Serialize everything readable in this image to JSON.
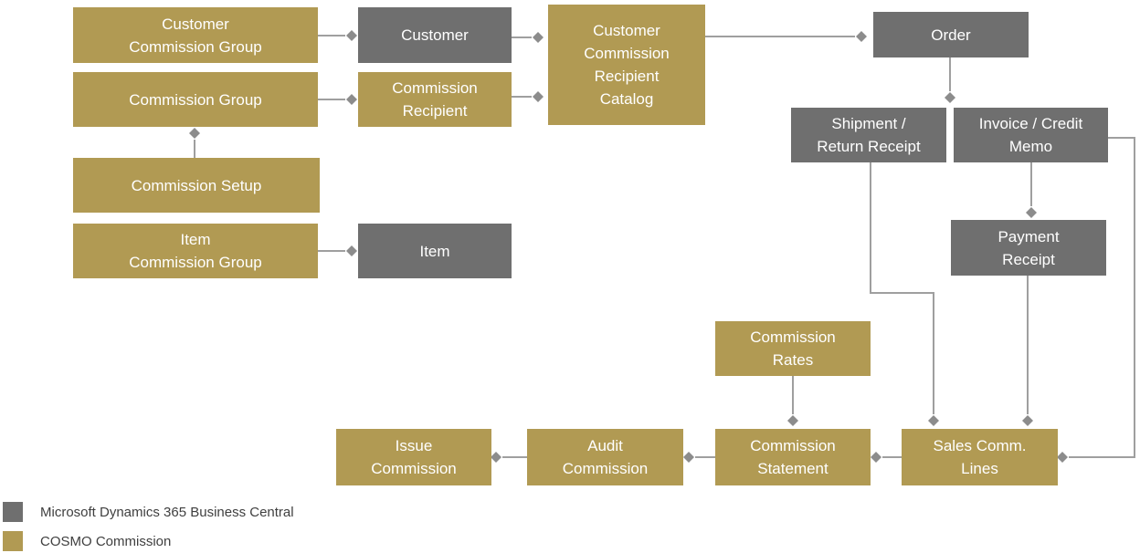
{
  "diagram": {
    "arrowhead_style": "diamond",
    "nodes": [
      {
        "id": "customer_commission_group",
        "system": "cosmo",
        "label": "Customer\nCommission Group"
      },
      {
        "id": "customer",
        "system": "dynamics365",
        "label": "Customer"
      },
      {
        "id": "commission_group",
        "system": "cosmo",
        "label": "Commission Group"
      },
      {
        "id": "commission_recipient",
        "system": "cosmo",
        "label": "Commission\nRecipient"
      },
      {
        "id": "customer_commission_recipient_catalog",
        "system": "cosmo",
        "label": "Customer\nCommission\nRecipient\nCatalog"
      },
      {
        "id": "order",
        "system": "dynamics365",
        "label": "Order"
      },
      {
        "id": "commission_setup",
        "system": "cosmo",
        "label": "Commission Setup"
      },
      {
        "id": "item_commission_group",
        "system": "cosmo",
        "label": "Item\nCommission Group"
      },
      {
        "id": "item",
        "system": "dynamics365",
        "label": "Item"
      },
      {
        "id": "shipment_return_receipt",
        "system": "dynamics365",
        "label": "Shipment /\nReturn Receipt"
      },
      {
        "id": "invoice_credit_memo",
        "system": "dynamics365",
        "label": "Invoice / Credit\nMemo"
      },
      {
        "id": "payment_receipt",
        "system": "dynamics365",
        "label": "Payment\nReceipt"
      },
      {
        "id": "commission_rates",
        "system": "cosmo",
        "label": "Commission\nRates"
      },
      {
        "id": "issue_commission",
        "system": "cosmo",
        "label": "Issue\nCommission"
      },
      {
        "id": "audit_commission",
        "system": "cosmo",
        "label": "Audit\nCommission"
      },
      {
        "id": "commission_statement",
        "system": "cosmo",
        "label": "Commission\nStatement"
      },
      {
        "id": "sales_comm_lines",
        "system": "cosmo",
        "label": "Sales Comm.\nLines"
      }
    ],
    "edges": [
      {
        "from": "customer_commission_group",
        "to": "customer"
      },
      {
        "from": "commission_group",
        "to": "commission_recipient"
      },
      {
        "from": "customer",
        "to": "customer_commission_recipient_catalog"
      },
      {
        "from": "commission_recipient",
        "to": "customer_commission_recipient_catalog"
      },
      {
        "from": "customer_commission_recipient_catalog",
        "to": "order"
      },
      {
        "from": "order",
        "to": "shipment_return_receipt / invoice_credit_memo"
      },
      {
        "from": "invoice_credit_memo",
        "to": "payment_receipt"
      },
      {
        "from": "shipment_return_receipt",
        "to": "sales_comm_lines"
      },
      {
        "from": "payment_receipt",
        "to": "sales_comm_lines"
      },
      {
        "from": "invoice_credit_memo",
        "to": "sales_comm_lines"
      },
      {
        "from": "commission_rates",
        "to": "commission_statement"
      },
      {
        "from": "sales_comm_lines",
        "to": "commission_statement"
      },
      {
        "from": "commission_statement",
        "to": "audit_commission"
      },
      {
        "from": "audit_commission",
        "to": "issue_commission"
      },
      {
        "from": "commission_setup",
        "to": "commission_group"
      },
      {
        "from": "item_commission_group",
        "to": "item"
      }
    ]
  },
  "legend": {
    "items": [
      {
        "id": "dynamics365",
        "label": "Microsoft Dynamics 365 Business Central",
        "color": "#6f6f6f"
      },
      {
        "id": "cosmo",
        "label": "COSMO Commission",
        "color": "#b19a53"
      }
    ]
  },
  "colors": {
    "cosmo_box": "#b19a53",
    "dynamics_box": "#6f6f6f",
    "box_text": "#ffffff",
    "connector_line": "#9f9f9f",
    "connector_diamond": "#8c8c8c",
    "legend_text": "#3f3f3f",
    "background": "#ffffff"
  }
}
